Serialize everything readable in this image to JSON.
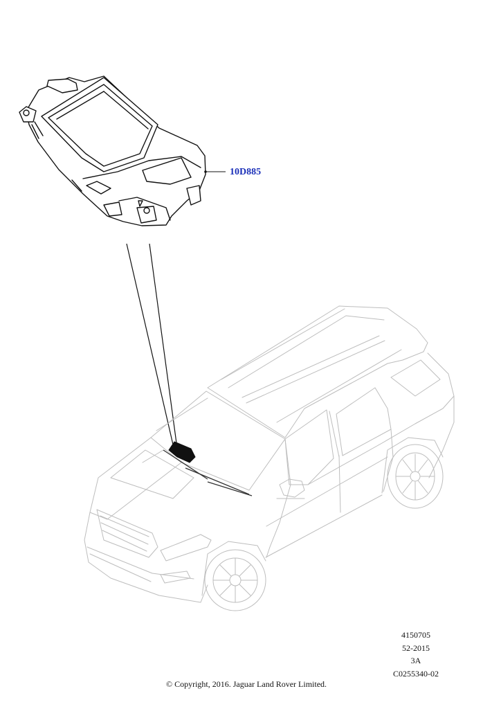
{
  "callout": {
    "part_number": "10D885"
  },
  "reference": {
    "lines": [
      "4150705",
      "52-2015",
      "3A",
      "C0255340-02"
    ]
  },
  "copyright": "© Copyright, 2016. Jaguar Land Rover Limited."
}
